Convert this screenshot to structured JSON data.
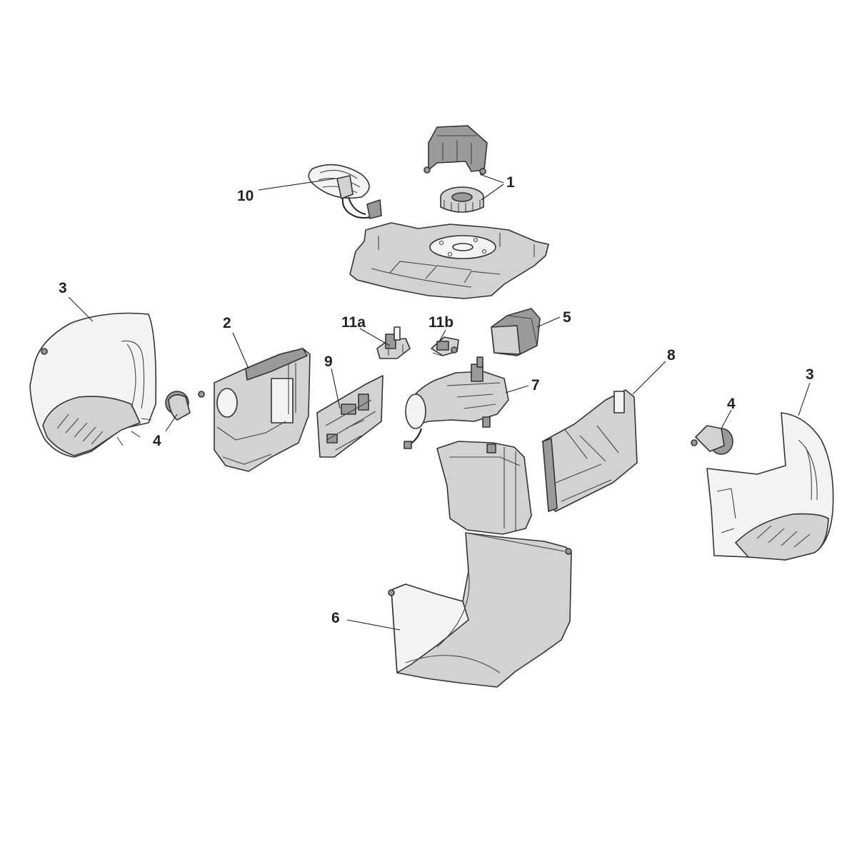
{
  "callouts": {
    "c1": "1",
    "c2": "2",
    "c3_left": "3",
    "c3_right": "3",
    "c4_left": "4",
    "c4_right": "4",
    "c5": "5",
    "c6": "6",
    "c7": "7",
    "c8": "8",
    "c9": "9",
    "c10": "10",
    "c11a": "11a",
    "c11b": "11b"
  }
}
